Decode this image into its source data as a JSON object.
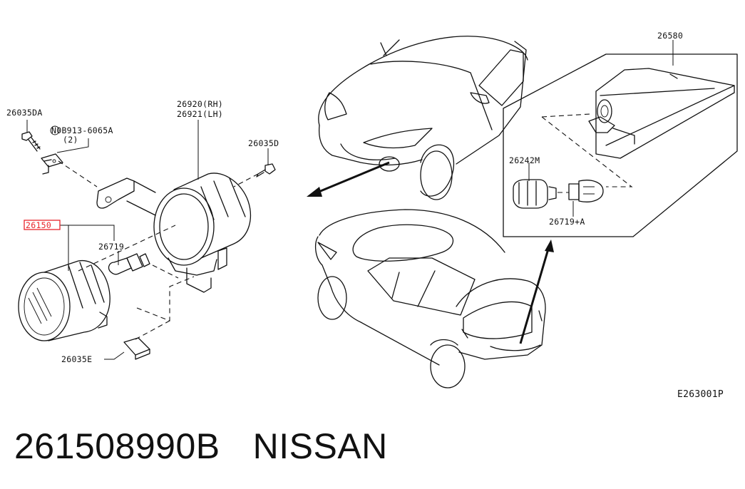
{
  "diagram": {
    "parts": {
      "p26035DA": "26035DA",
      "p08913": "N0B913-6065A",
      "p08913_qty": "(2)",
      "p26920": "26920(RH)",
      "p26921": "26921(LH)",
      "p26035D": "26035D",
      "p26150": "26150",
      "p26719": "26719",
      "p26035E": "26035E",
      "p26580": "26580",
      "p26242M": "26242M",
      "p26719A": "26719+A"
    },
    "ref_code": "E263001P"
  },
  "caption": {
    "part_number": "261508990B",
    "brand": "NISSAN"
  },
  "colors": {
    "ink": "#111111",
    "highlight": "#e8242b"
  }
}
